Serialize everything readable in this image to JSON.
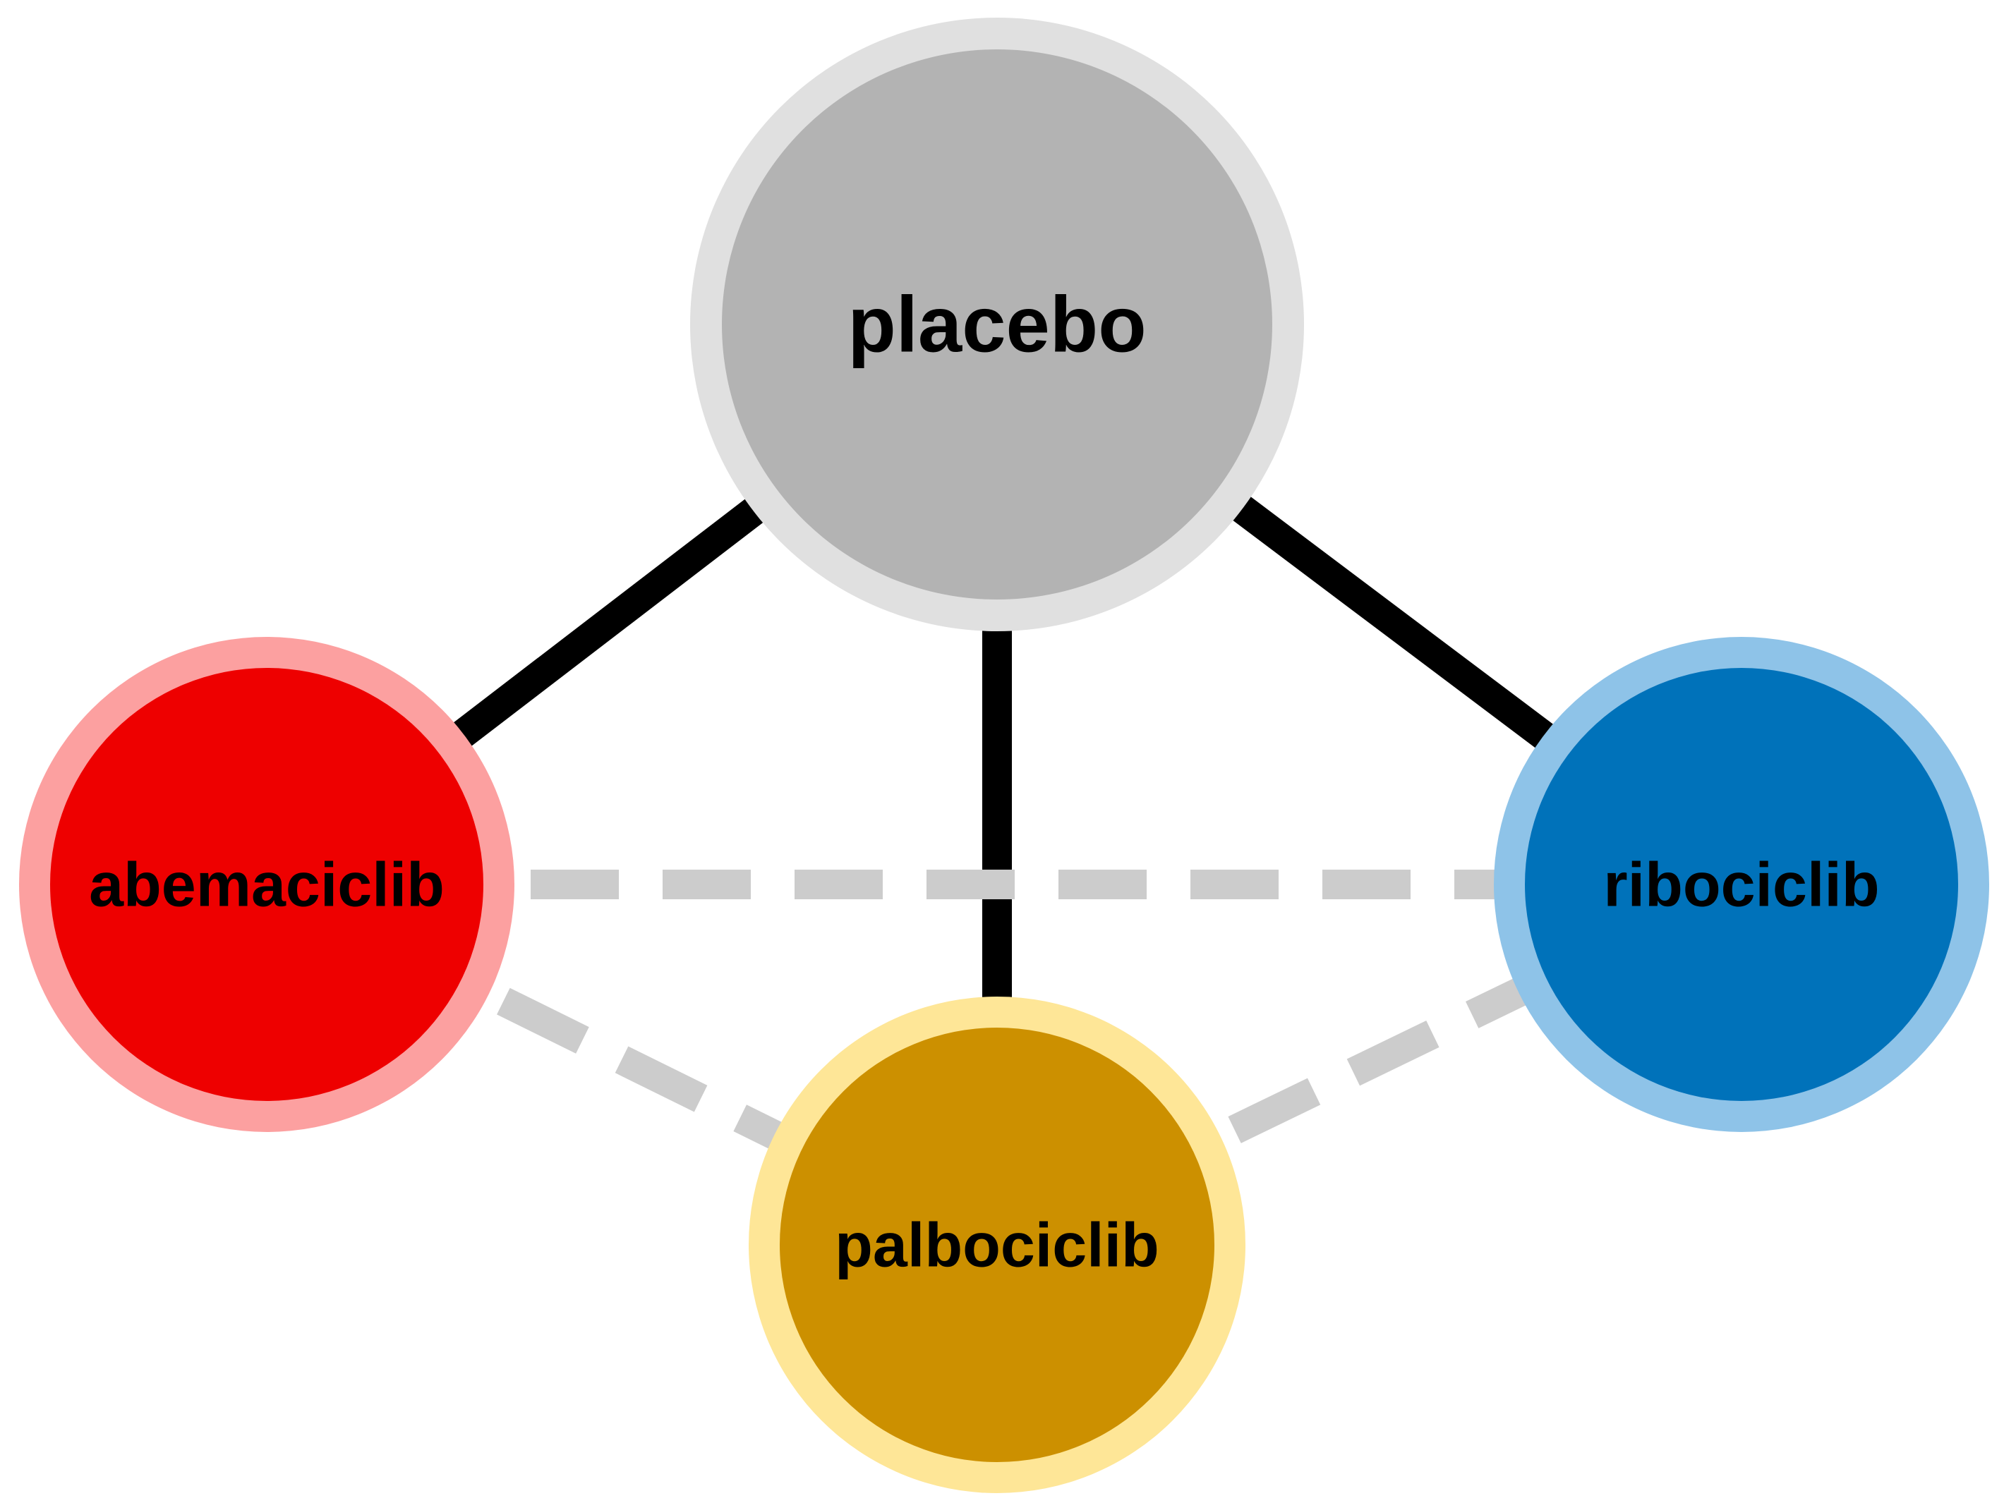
{
  "network": {
    "nodes": [
      {
        "id": "placebo",
        "label": "placebo",
        "fill": "#B3B3B3",
        "ring": "#E0E0E0"
      },
      {
        "id": "abemaciclib",
        "label": "abemaciclib",
        "fill": "#EE0000",
        "ring": "#FCA0A0"
      },
      {
        "id": "ribociclib",
        "label": "ribociclib",
        "fill": "#0072BA",
        "ring": "#8EC3E8"
      },
      {
        "id": "palbociclib",
        "label": "palbociclib",
        "fill": "#CC9000",
        "ring": "#FEE697"
      }
    ],
    "edges": [
      {
        "from": "placebo",
        "to": "abemaciclib",
        "style": "solid",
        "color": "#000000"
      },
      {
        "from": "placebo",
        "to": "palbociclib",
        "style": "solid",
        "color": "#000000"
      },
      {
        "from": "placebo",
        "to": "ribociclib",
        "style": "solid",
        "color": "#000000"
      },
      {
        "from": "abemaciclib",
        "to": "ribociclib",
        "style": "dashed",
        "color": "#CCCCCC"
      },
      {
        "from": "abemaciclib",
        "to": "palbociclib",
        "style": "dashed",
        "color": "#CCCCCC"
      },
      {
        "from": "palbociclib",
        "to": "ribociclib",
        "style": "dashed",
        "color": "#CCCCCC"
      }
    ]
  }
}
